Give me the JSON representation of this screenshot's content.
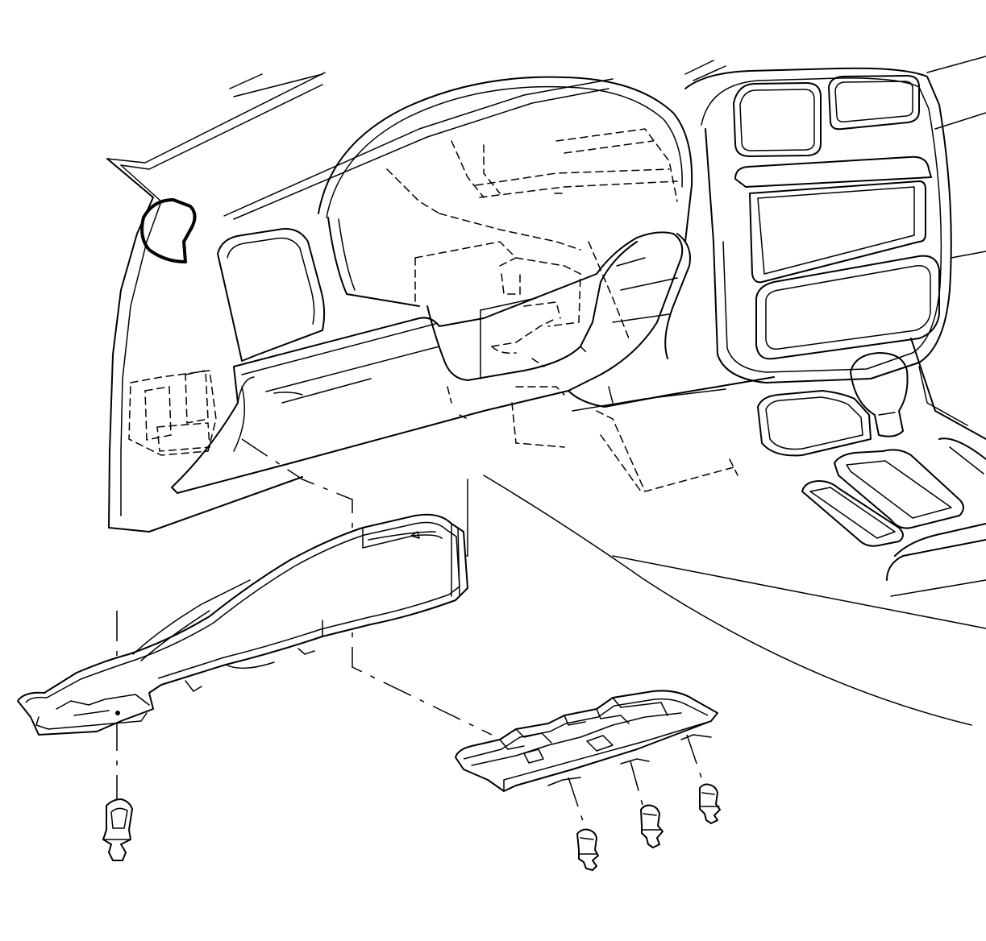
{
  "diagram": {
    "type": "exploded-view line drawing",
    "colors": {
      "line": "#000000",
      "background": "#ffffff"
    },
    "components": [
      "instrument-panel",
      "glove-box-opening",
      "center-console",
      "floor-air-duct",
      "duct-bracket",
      "push-pin-retainer"
    ],
    "retainer_count": 4
  }
}
